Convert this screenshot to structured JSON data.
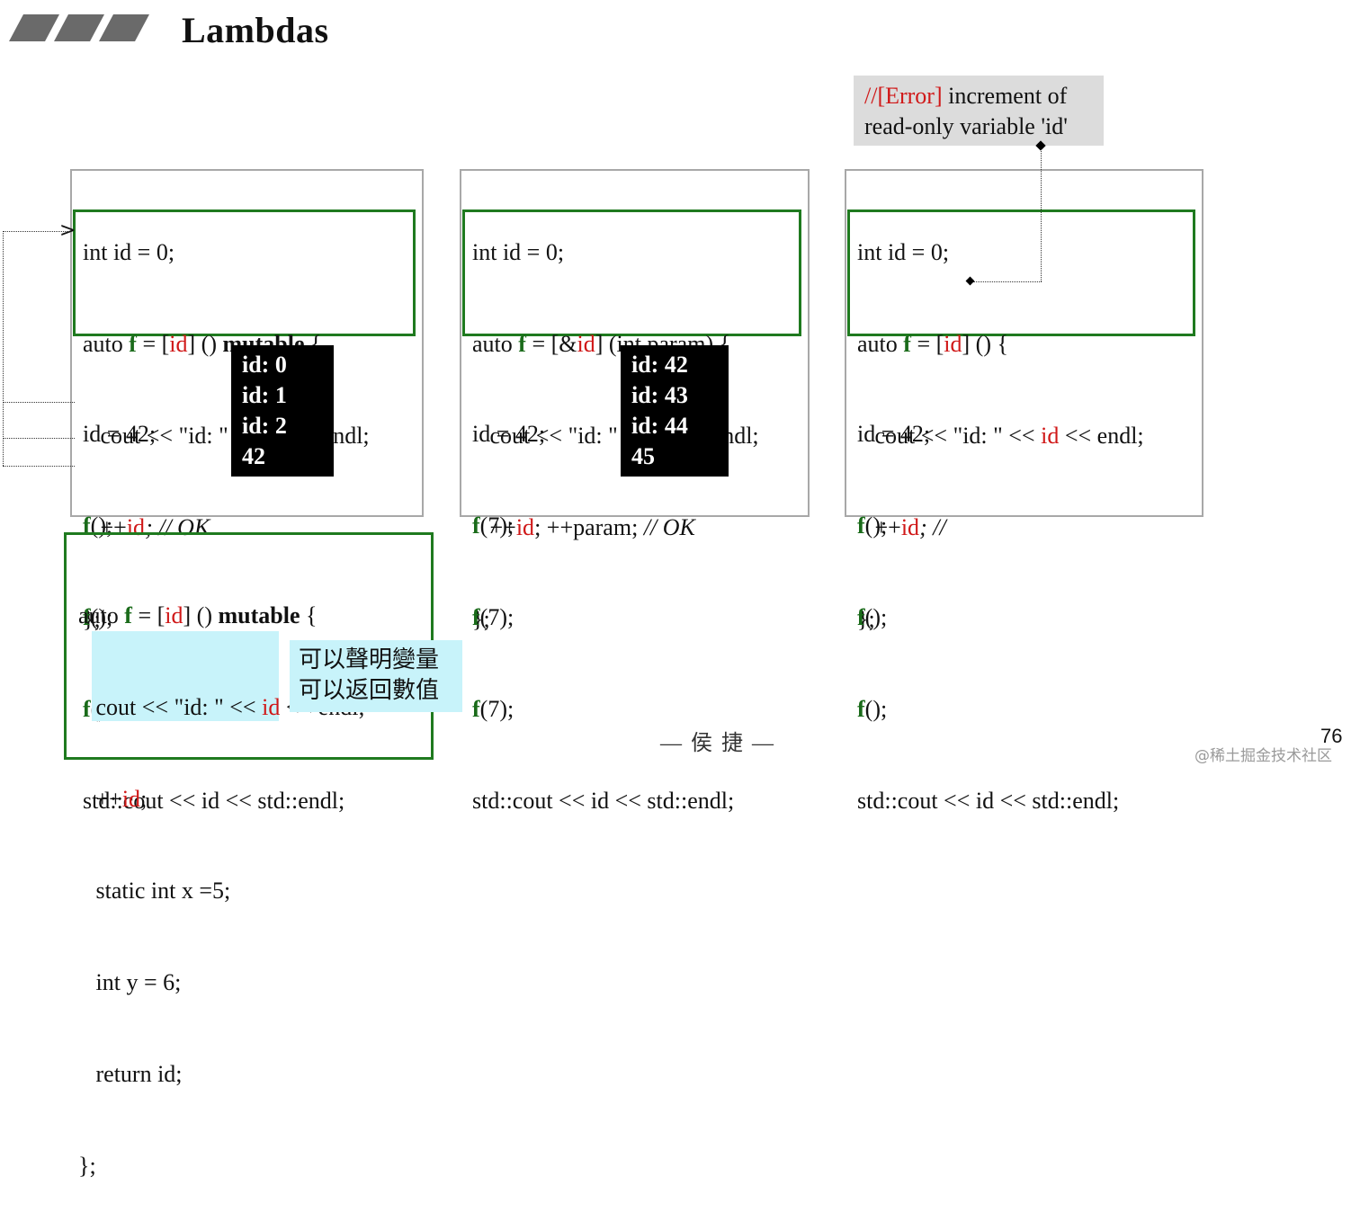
{
  "header": {
    "title": "Lambdas"
  },
  "panel1": {
    "decl": "int id = 0;",
    "lam1_pre": "auto ",
    "lam1_f": "f",
    "lam1_eq": " = [",
    "lam1_id": "id",
    "lam1_close": "] () ",
    "lam1_kw": "mutable",
    "lam1_brace": " {",
    "lam2_pre": "   cout << \"id: \" << ",
    "lam2_id": "id",
    "lam2_post": " << endl;",
    "lam3_pre": "   ++",
    "lam3_id": "id",
    "lam3_post": "; // OK",
    "lam4": "};",
    "assign": "id = 42;",
    "calls": [
      {
        "f": "f",
        "rest": "();"
      },
      {
        "f": "f",
        "rest": "();"
      },
      {
        "f": "f",
        "rest": "();"
      }
    ],
    "print": "std::cout << id << std::endl;",
    "output": [
      "id: 0",
      "id: 1",
      "id: 2",
      "42"
    ]
  },
  "panel2": {
    "decl": "int id = 0;",
    "lam1_pre": "auto ",
    "lam1_f": "f",
    "lam1_eq": " = [&",
    "lam1_id": "id",
    "lam1_close": "] (int param) {",
    "lam2_pre": "   cout << \"id: \" << ",
    "lam2_id": "id",
    "lam2_post": " << endl;",
    "lam3_pre": "   ++",
    "lam3_id": "id",
    "lam3_mid": "; ++param; ",
    "lam3_comment": "// OK",
    "lam4": "};",
    "assign": "id = 42;",
    "calls": [
      {
        "f": "f",
        "rest": "(7);"
      },
      {
        "f": "f",
        "rest": "(7);"
      },
      {
        "f": "f",
        "rest": "(7);"
      }
    ],
    "print": "std::cout << id << std::endl;",
    "output": [
      "id: 42",
      "id: 43",
      "id: 44",
      "45"
    ]
  },
  "panel3": {
    "decl": "int id = 0;",
    "lam1_pre": "auto ",
    "lam1_f": "f",
    "lam1_eq": " = [",
    "lam1_id": "id",
    "lam1_close": "] () {",
    "lam2_pre": "   cout << \"id: \" << ",
    "lam2_id": "id",
    "lam2_post": " << endl;",
    "lam3_pre": "   ++",
    "lam3_id": "id",
    "lam3_post": "; //",
    "lam4": "};",
    "assign": "id = 42;",
    "calls": [
      {
        "f": "f",
        "rest": "();"
      },
      {
        "f": "f",
        "rest": "();"
      },
      {
        "f": "f",
        "rest": "();"
      }
    ],
    "print": "std::cout << id << std::endl;"
  },
  "error_note": {
    "tag": "//[Error]",
    "text1": " increment of",
    "text2": "read-only variable 'id'"
  },
  "bottom_code": {
    "l1_pre": "auto ",
    "l1_f": "f",
    "l1_eq": " = [",
    "l1_id": "id",
    "l1_close": "] () ",
    "l1_kw": "mutable",
    "l1_brace": " {",
    "l2_pre": "   cout << \"id: \" << ",
    "l2_id": "id",
    "l2_post": " << endl;",
    "l3_pre": "   ++",
    "l3_id": "id",
    "l3_post": ";",
    "l4": "   static int x =5;",
    "l5": "   int y = 6;",
    "l6": "   return id;",
    "l7": "};"
  },
  "note": {
    "line1": "可以聲明變量",
    "line2": "可以返回數值"
  },
  "footer": {
    "author": "— 侯 捷 —",
    "page": "76",
    "watermark": "@稀土掘金技术社区"
  },
  "colors": {
    "keyword_red": "#d01818",
    "func_green": "#1a6b1a",
    "box_green": "#1f7a1f",
    "note_cyan": "#c8f3fa"
  }
}
